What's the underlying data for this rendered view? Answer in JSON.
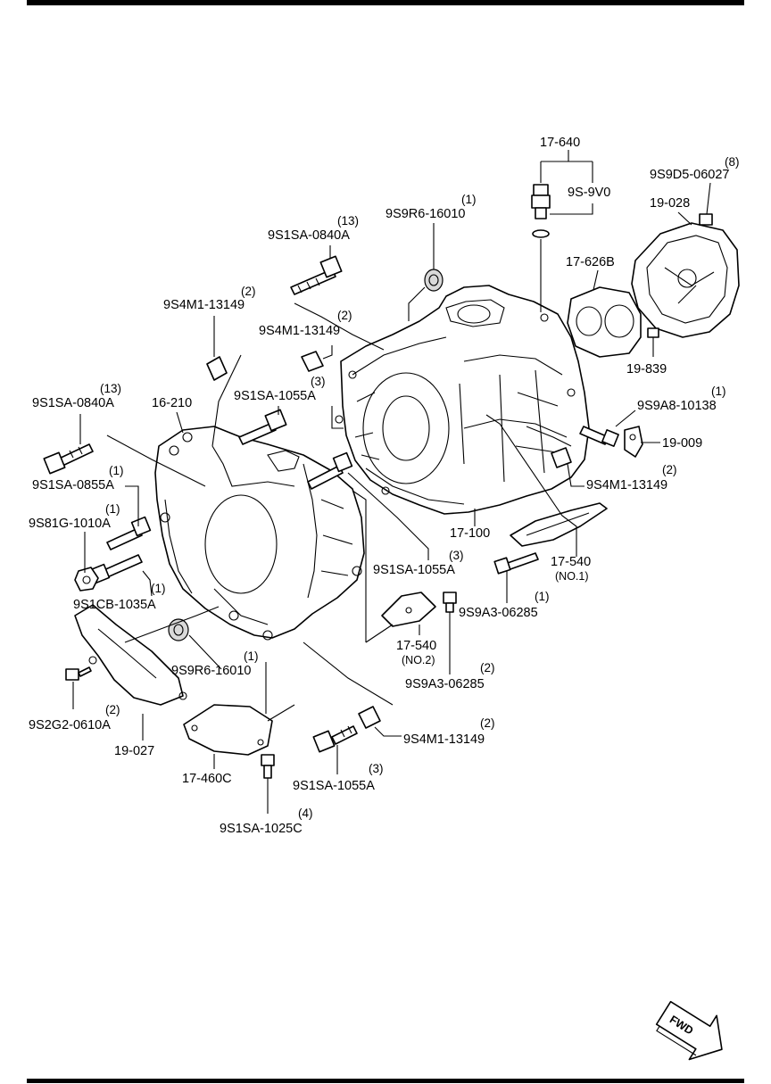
{
  "callouts": [
    {
      "id": "c1",
      "part": "17-640",
      "qty": ""
    },
    {
      "id": "c2",
      "part": "9S-9V0",
      "qty": ""
    },
    {
      "id": "c3",
      "part": "9S9D5-06027",
      "qty": "(8)"
    },
    {
      "id": "c4",
      "part": "19-028",
      "qty": ""
    },
    {
      "id": "c5",
      "part": "9S9R6-16010",
      "qty": "(1)"
    },
    {
      "id": "c6",
      "part": "9S1SA-0840A",
      "qty": "(13)"
    },
    {
      "id": "c7",
      "part": "17-626B",
      "qty": ""
    },
    {
      "id": "c8",
      "part": "9S4M1-13149",
      "qty": "(2)"
    },
    {
      "id": "c9",
      "part": "9S4M1-13149",
      "qty": "(2)"
    },
    {
      "id": "c10",
      "part": "19-839",
      "qty": ""
    },
    {
      "id": "c11",
      "part": "9S1SA-0840A",
      "qty": "(13)"
    },
    {
      "id": "c12",
      "part": "16-210",
      "qty": ""
    },
    {
      "id": "c13",
      "part": "9S1SA-1055A",
      "qty": "(3)"
    },
    {
      "id": "c14",
      "part": "9S9A8-10138",
      "qty": "(1)"
    },
    {
      "id": "c15",
      "part": "19-009",
      "qty": ""
    },
    {
      "id": "c16",
      "part": "9S1SA-0855A",
      "qty": "(1)"
    },
    {
      "id": "c17",
      "part": "9S4M1-13149",
      "qty": "(2)"
    },
    {
      "id": "c18",
      "part": "9S81G-1010A",
      "qty": "(1)"
    },
    {
      "id": "c19",
      "part": "17-100",
      "qty": ""
    },
    {
      "id": "c20",
      "part": "9S1SA-1055A",
      "qty": "(3)"
    },
    {
      "id": "c21",
      "part": "17-540",
      "qty": "",
      "note": "(NO.1)"
    },
    {
      "id": "c22",
      "part": "9S1CB-1035A",
      "qty": "(1)"
    },
    {
      "id": "c23",
      "part": "9S9A3-06285",
      "qty": "(1)"
    },
    {
      "id": "c24",
      "part": "17-540",
      "qty": "",
      "note": "(NO.2)"
    },
    {
      "id": "c25",
      "part": "9S9R6-16010",
      "qty": "(1)"
    },
    {
      "id": "c26",
      "part": "9S9A3-06285",
      "qty": "(2)"
    },
    {
      "id": "c27",
      "part": "9S2G2-0610A",
      "qty": "(2)"
    },
    {
      "id": "c28",
      "part": "9S4M1-13149",
      "qty": "(2)"
    },
    {
      "id": "c29",
      "part": "19-027",
      "qty": ""
    },
    {
      "id": "c30",
      "part": "17-460C",
      "qty": ""
    },
    {
      "id": "c31",
      "part": "9S1SA-1055A",
      "qty": "(3)"
    },
    {
      "id": "c32",
      "part": "9S1SA-1025C",
      "qty": "(4)"
    }
  ],
  "fwd_label": "FWD",
  "colors": {
    "ink": "#000000",
    "paper": "#ffffff"
  }
}
